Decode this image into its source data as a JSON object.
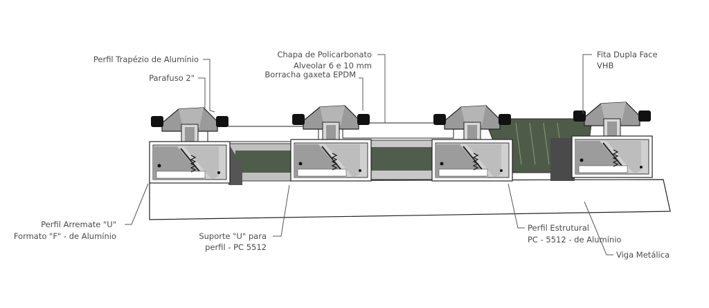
{
  "labels": {
    "trapezio": "Perfil Trapézio de Alumínio",
    "parafuso": "Parafuso 2\"",
    "chapa_1": "Chapa de Policarbonato",
    "chapa_2": "Alveolar 6 e 10 mm",
    "borracha": "Borracha gaxeta EPDM",
    "fita_1": "Fita Dupla Face",
    "fita_2": "VHB",
    "arremate_1": "Perfil Arremate \"U\"",
    "arremate_2": "Formato \"F\" - de Alumínio",
    "suporte_1": "Suporte \"U\" para",
    "suporte_2": "perfil - PC 5512",
    "estrutural_1": "Perfil Estrutural",
    "estrutural_2": "PC - 5512 - de Alumínio",
    "viga": "Viga Metálica"
  },
  "colors": {
    "glass": "#3c4a36",
    "profile": "#c8c8c8",
    "dark": "#6a6a6a"
  }
}
